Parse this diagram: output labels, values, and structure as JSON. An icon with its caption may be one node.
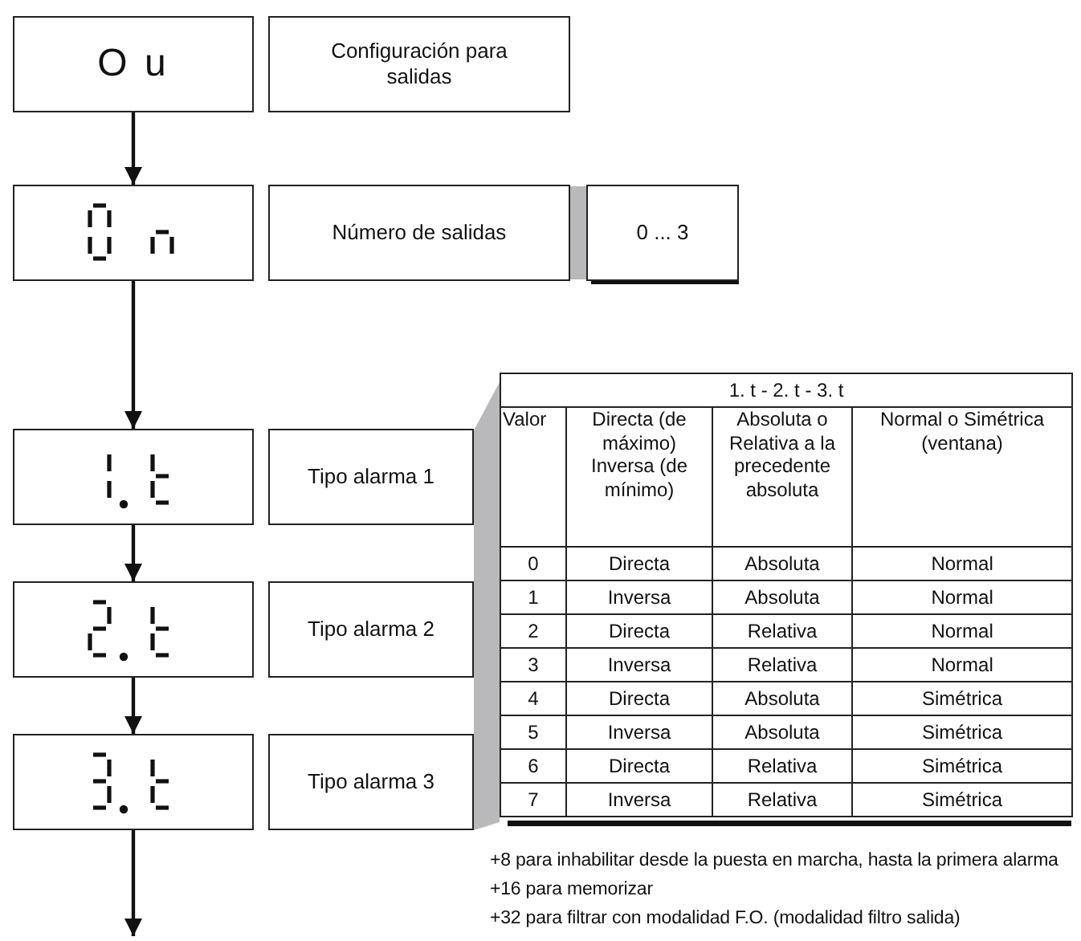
{
  "diagram": {
    "nodes": [
      {
        "text": [
          "O u"
        ]
      },
      {
        "text": [
          "Configuración para salidas"
        ]
      },
      {
        "text": [],
        "shape": "box"
      },
      {
        "text": [
          "Número de salidas"
        ]
      },
      {
        "text": [
          "0 ... 3"
        ]
      },
      {
        "text": [],
        "shape": "box"
      },
      {
        "text": [
          "Tipo alarma 1"
        ]
      },
      {
        "text": [],
        "shape": "box"
      },
      {
        "text": [
          "Tipo alarma 2"
        ]
      },
      {
        "text": [],
        "shape": "box"
      },
      {
        "text": [
          "Tipo alarma 3"
        ]
      }
    ],
    "edges": [
      {
        "from": 0,
        "to": 2,
        "arrow": "to"
      },
      {
        "from": 2,
        "to": 5,
        "arrow": "to"
      },
      {
        "from": 5,
        "to": 7,
        "arrow": "to"
      },
      {
        "from": 7,
        "to": 9,
        "arrow": "to"
      },
      {
        "from": 9,
        "to": null,
        "arrow": "to"
      }
    ],
    "labels": [
      "1. t - 2. t - 3. t",
      "Valor",
      "Directa (de máximo) Inversa (de mínimo)",
      "Absoluta o Relativa a la precedente absoluta",
      "Normal o Simétrica (ventana)",
      "0",
      "Directa",
      "Absoluta",
      "Normal",
      "1",
      "Inversa",
      "Absoluta",
      "Normal",
      "2",
      "Directa",
      "Relativa",
      "Normal",
      "3",
      "Inversa",
      "Relativa",
      "Normal",
      "4",
      "Directa",
      "Absoluta",
      "Simétrica",
      "5",
      "Inversa",
      "Absoluta",
      "Simétrica",
      "6",
      "Directa",
      "Relativa",
      "Simétrica",
      "7",
      "Inversa",
      "Relativa",
      "Simétrica",
      "+8 para inhabilitar desde la puesta en marcha, hasta la primera alarma",
      "+16 para memorizar",
      "+32 para filtrar con modalidad F.O. (modalidad filtro salida)"
    ]
  }
}
